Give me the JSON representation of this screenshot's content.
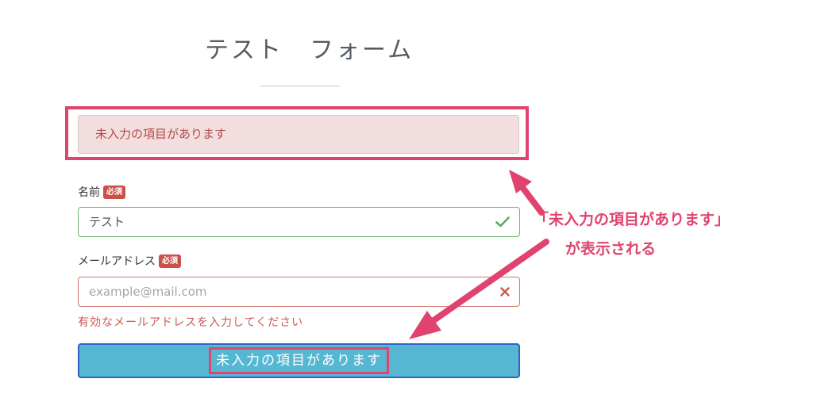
{
  "form": {
    "title": "テスト　フォーム",
    "alert_message": "未入力の項目があります",
    "name_field": {
      "label": "名前",
      "badge": "必須",
      "value": "テスト",
      "state_icon": "check-icon"
    },
    "email_field": {
      "label": "メールアドレス",
      "badge": "必須",
      "placeholder": "example@mail.com",
      "state_icon": "cross-icon",
      "error": "有効なメールアドレスを入力してください"
    },
    "submit_label": "未入力の項目があります"
  },
  "annotation": {
    "line1": "「未入力の項目があります」",
    "line2": "が表示される"
  },
  "colors": {
    "highlight": "#e0436e",
    "alert_bg": "#f2dede",
    "valid": "#6ab66a",
    "invalid": "#d0766c",
    "button": "#56b7d3"
  }
}
